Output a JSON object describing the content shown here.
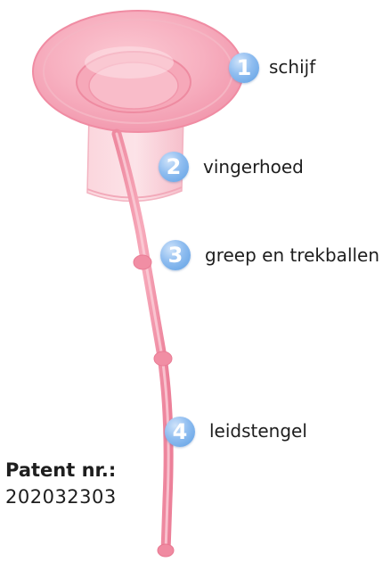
{
  "parts": [
    {
      "number": "1",
      "label": "schijf"
    },
    {
      "number": "2",
      "label": "vingerhoed"
    },
    {
      "number": "3",
      "label": "greep en trekballen"
    },
    {
      "number": "4",
      "label": "leidstengel"
    }
  ],
  "patent": {
    "title": "Patent nr.:",
    "number": "202032303"
  },
  "colors": {
    "device_pink": "#f39aae",
    "badge_blue": "#8fbdf0",
    "text": "#1e1e1e"
  }
}
